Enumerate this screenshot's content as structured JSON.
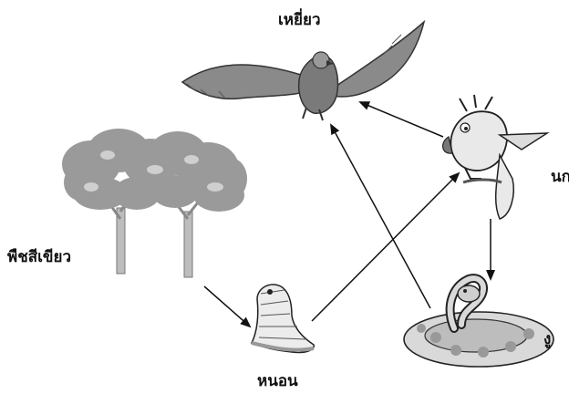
{
  "organisms": {
    "eagle": {
      "label": "เหยี่ยว",
      "icon": "eagle-icon"
    },
    "plant": {
      "label": "พืชสีเขียว",
      "icon": "tree-icon"
    },
    "bird": {
      "label": "นก",
      "icon": "bird-icon"
    },
    "snake": {
      "label": "งู",
      "icon": "snake-icon"
    },
    "caterpillar": {
      "label": "หนอน",
      "icon": "caterpillar-icon"
    }
  },
  "arrows": [
    {
      "from": "plant",
      "to": "caterpillar"
    },
    {
      "from": "caterpillar",
      "to": "bird"
    },
    {
      "from": "bird",
      "to": "eagle"
    },
    {
      "from": "snake",
      "to": "eagle"
    },
    {
      "from": "bird",
      "to": "snake"
    }
  ],
  "colors": {
    "line": "#111111",
    "foliage": "#9a9a9a",
    "trunk": "#bdbdbd",
    "eagle_body": "#8a8a8a",
    "snake_fill": "#d9d9d9"
  }
}
